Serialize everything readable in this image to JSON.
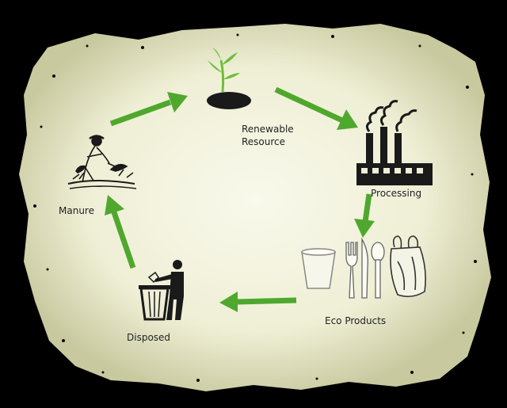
{
  "colors": {
    "background": "#000000",
    "panel_light": "#f7f7e6",
    "panel_dark": "#cfcfa8",
    "arrow": "#4fa82d",
    "plant": "#6cc03a",
    "icon": "#1a1a1a"
  },
  "nodes": [
    {
      "id": "renewable-resource",
      "icon": "sprout-icon",
      "label_line1": "Renewable",
      "label_line2": "Resource"
    },
    {
      "id": "processing",
      "icon": "factory-icon",
      "label_line1": "Processing"
    },
    {
      "id": "eco-products",
      "icon": "eco-products-icon",
      "label_line1": "Eco Products"
    },
    {
      "id": "disposed",
      "icon": "trash-bin-icon",
      "label_line1": "Disposed"
    },
    {
      "id": "manure",
      "icon": "farmer-icon",
      "label_line1": "Manure"
    }
  ],
  "edges": [
    {
      "from": "renewable-resource",
      "to": "processing"
    },
    {
      "from": "processing",
      "to": "eco-products"
    },
    {
      "from": "eco-products",
      "to": "disposed"
    },
    {
      "from": "disposed",
      "to": "manure"
    },
    {
      "from": "manure",
      "to": "renewable-resource"
    }
  ]
}
